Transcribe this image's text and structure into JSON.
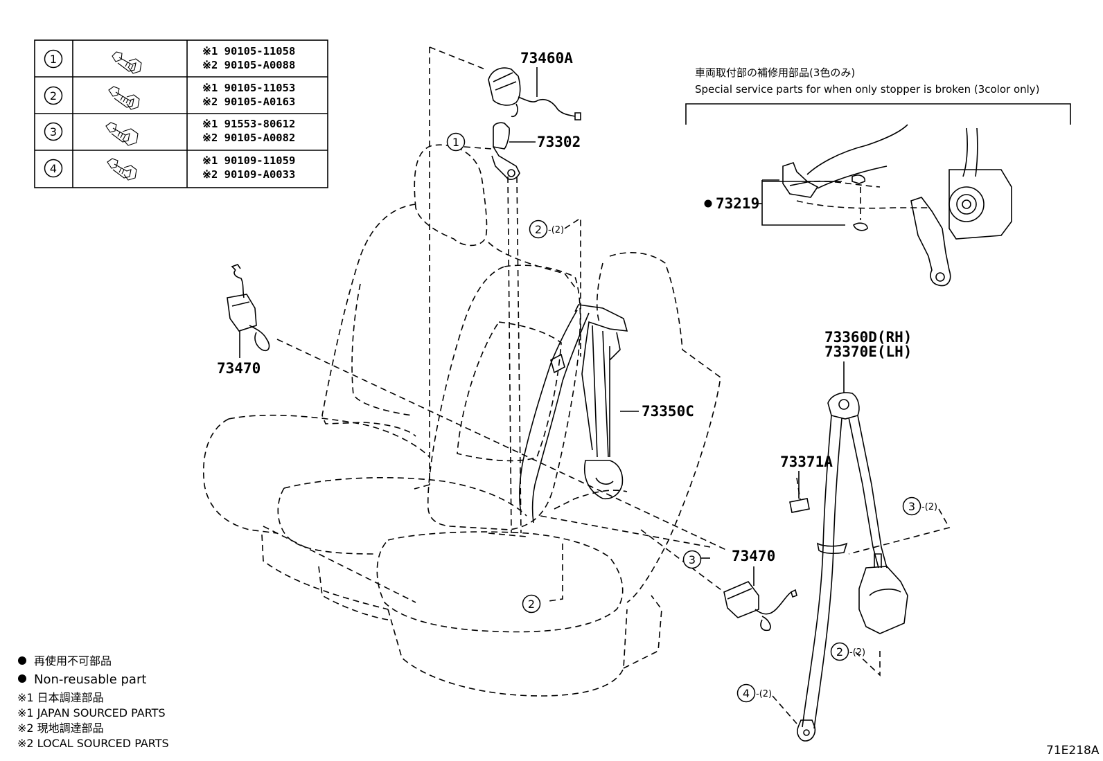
{
  "table": {
    "rows": [
      {
        "num": "1",
        "l1": "※1 90105-11058",
        "l2": "※2 90105-A0088"
      },
      {
        "num": "2",
        "l1": "※1 90105-11053",
        "l2": "※2 90105-A0163"
      },
      {
        "num": "3",
        "l1": "※1 91553-80612",
        "l2": "※2 90105-A0082"
      },
      {
        "num": "4",
        "l1": "※1 90109-11059",
        "l2": "※2 90109-A0033"
      }
    ]
  },
  "parts": {
    "p73460A": "73460A",
    "p73302": "73302",
    "p73219": "73219",
    "p73470_left": "73470",
    "p73350C": "73350C",
    "p73360D": "73360D(RH)",
    "p73370E": "73370E(LH)",
    "p73371A": "73371A",
    "p73470_right": "73470"
  },
  "callouts": {
    "c1_top": "1",
    "c2_upper": "2",
    "c2_upper_qty": "-(2)",
    "c3_mid": "3",
    "c2_lower": "2",
    "c3_right": "3",
    "c3_right_qty": "-(2)",
    "c2_right": "2",
    "c2_right_qty": "-(2)",
    "c4_right": "4",
    "c4_right_qty": "-(2)"
  },
  "service": {
    "jp": "車両取付部の補修用部品(3色のみ)",
    "en": "Special service parts for when only stopper is broken (3color only)"
  },
  "legend": {
    "l1": "再使用不可部品",
    "l2": "Non-reusable part",
    "l3": "※1 日本調達部品",
    "l4": "※1 JAPAN SOURCED PARTS",
    "l5": "※2 現地調達部品",
    "l6": "※2 LOCAL SOURCED PARTS"
  },
  "diagram_id": "71E218A"
}
